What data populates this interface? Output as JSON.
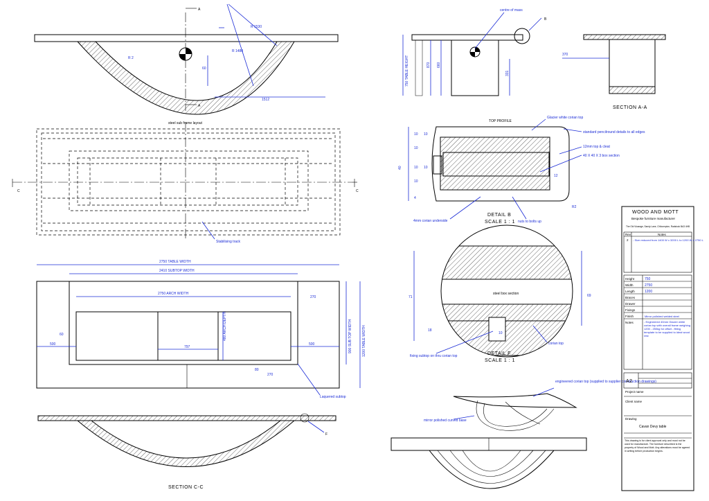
{
  "top_view": {
    "section_marks": [
      "A",
      "A"
    ],
    "dims": [
      "1512",
      "60",
      "R 1480",
      "R 1530",
      "R 2"
    ]
  },
  "plan_view": {
    "title": "steel sub frame layout",
    "section_marks": [
      "C",
      "C"
    ],
    "note": "Stabilising track"
  },
  "lower_plan": {
    "dims": {
      "table_width": "2750 TABLE WIDTH",
      "subtop_width": "2410 SUBTOP WIDTH",
      "arch_width": "2750 ARCH WIDTH",
      "arch_depth": "480 ARCH DEPTH",
      "subtop_depth": "900 SUB TOP WIDTH",
      "table_depth": "1200 TABLE WIDTH",
      "d60": "60",
      "d500_left": "500",
      "d797": "797",
      "d500_right": "500",
      "d270": "270",
      "d80": "80",
      "d270b": "270"
    },
    "note": "Laquered subtop"
  },
  "section_cc": {
    "title": "SECTION C-C",
    "detail_mark": "F"
  },
  "side_view": {
    "note": "centre of mass",
    "detail_mark": "B",
    "dims": [
      "750 TABLE HEIGHT",
      "870",
      "660",
      "331"
    ]
  },
  "section_aa": {
    "title": "SECTION A-A",
    "dim": "370"
  },
  "detail_b": {
    "heading": "TOP PROFILE",
    "notes": [
      "Glacier white corian top",
      "standard pencilround details to all edges",
      "12mm top & cleat",
      "40 X 40 X 3 box section",
      "4mm corian underside",
      "nuts to bolts up"
    ],
    "dims": [
      "40",
      "10",
      "10",
      "10",
      "10",
      "10",
      "10",
      "4",
      "12",
      "R2"
    ],
    "title": "DETAIL B",
    "scale": "SCALE 1 : 1"
  },
  "detail_f": {
    "label": "steel box section",
    "notes": [
      "fixing subtop on thru corian top",
      "corian top"
    ],
    "dims": [
      "71",
      "69",
      "18",
      "10"
    ],
    "title": "DETAIL F",
    "scale": "SCALE 1 : 1"
  },
  "iso_view": {
    "notes": [
      "engineered corian top (supplied to supplier construction drawings)",
      "mirror polished curved base"
    ]
  },
  "title_block": {
    "company": "WOOD AND MOTT",
    "tagline": "Bespoke furniture manufacturer",
    "address": "The Old Vicarage, Sandy Lane, Chilcompton, Radstock BA3 4HB",
    "rev_header": [
      "Rev",
      "Notes"
    ],
    "rev_no": "2",
    "rev_notes": "- Size reduced from 1400 W x 3200 L to 1200 W x 2750 L",
    "rows": [
      {
        "label": "Height",
        "value": "750"
      },
      {
        "label": "Width",
        "value": "2750"
      },
      {
        "label": "Length",
        "value": "1200"
      },
      {
        "label": "Braces",
        "value": ""
      },
      {
        "label": "Drawer",
        "value": ""
      },
      {
        "label": "Fixings",
        "value": ""
      },
      {
        "label": "Finish",
        "value": "Mirror polished welded steel"
      },
      {
        "label": "Notes",
        "value": "- Engineered 40mm Glacier white corian top with overall frame weighing 1200 - 250kg for offset - fitting template to be supplied to ideal wood rest"
      }
    ],
    "sheet_size": "A2",
    "project_label": "Project name",
    "client_label": "Client name",
    "drawing_label": "Drawing",
    "drawing_name": "Cavan Devy table",
    "footer": "This drawing is for client approval only and must not be used for manufacture. The furniture described is the property of Wood and Mott. Any alterations must be agreed in writing before production begins."
  },
  "colors": {
    "accent": "#1a2bd6",
    "line": "#000000",
    "background": "#ffffff"
  }
}
